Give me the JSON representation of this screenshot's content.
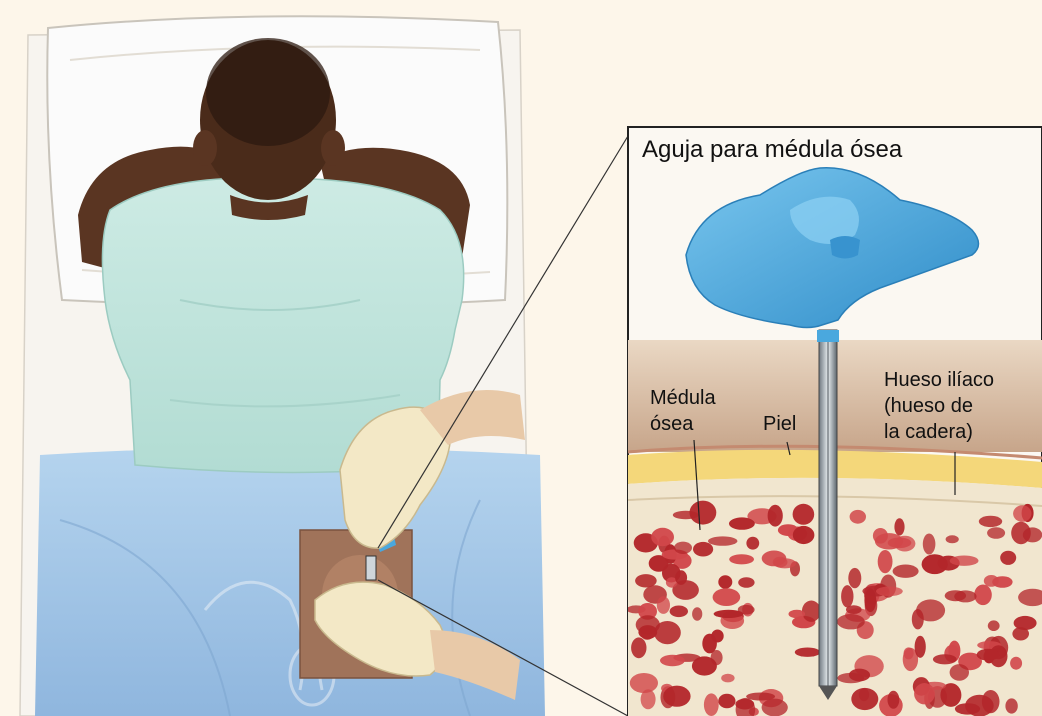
{
  "figure": {
    "inset_title": "Aguja para médula ósea",
    "labels": {
      "bone_marrow": [
        "Médula",
        "ósea"
      ],
      "skin": "Piel",
      "iliac_bone": [
        "Hueso ilíaco",
        "(hueso de",
        "la cadera)"
      ]
    },
    "colors": {
      "background": "#fdf6ea",
      "gown": "#bfe3dc",
      "drape": "#9fc4e6",
      "skin_child": "#5a3522",
      "needle_handle": "#4aa8de",
      "marrow": "#b3262a",
      "bone": "#f1e6cf",
      "fat_layer": "#f4d77a",
      "glove": "#f3e8c6"
    }
  }
}
